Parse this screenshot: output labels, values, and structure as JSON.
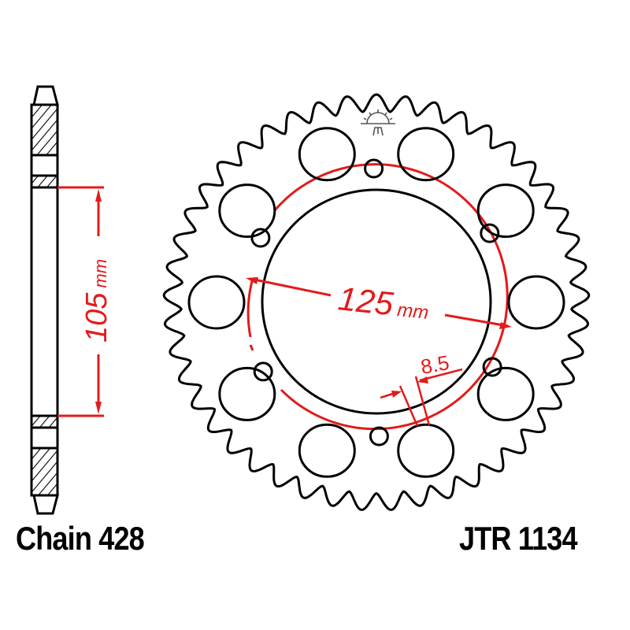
{
  "title": "Rear sprocket technical drawing",
  "part_number": "JTR 1134",
  "chain_label": "Chain 428",
  "sprocket": {
    "teeth": 45,
    "large_holes": 10,
    "small_holes": 6
  },
  "dimensions": {
    "bolt_circle": {
      "value": "125",
      "unit": "mm"
    },
    "bolt_hole": {
      "value": "8.5"
    },
    "center_bore": {
      "value": "105",
      "unit": "mm"
    }
  },
  "logo": "jt-sprockets-sun-logo",
  "colors": {
    "line": "#000000",
    "dimension": "#e21b1b",
    "background": "#ffffff"
  }
}
